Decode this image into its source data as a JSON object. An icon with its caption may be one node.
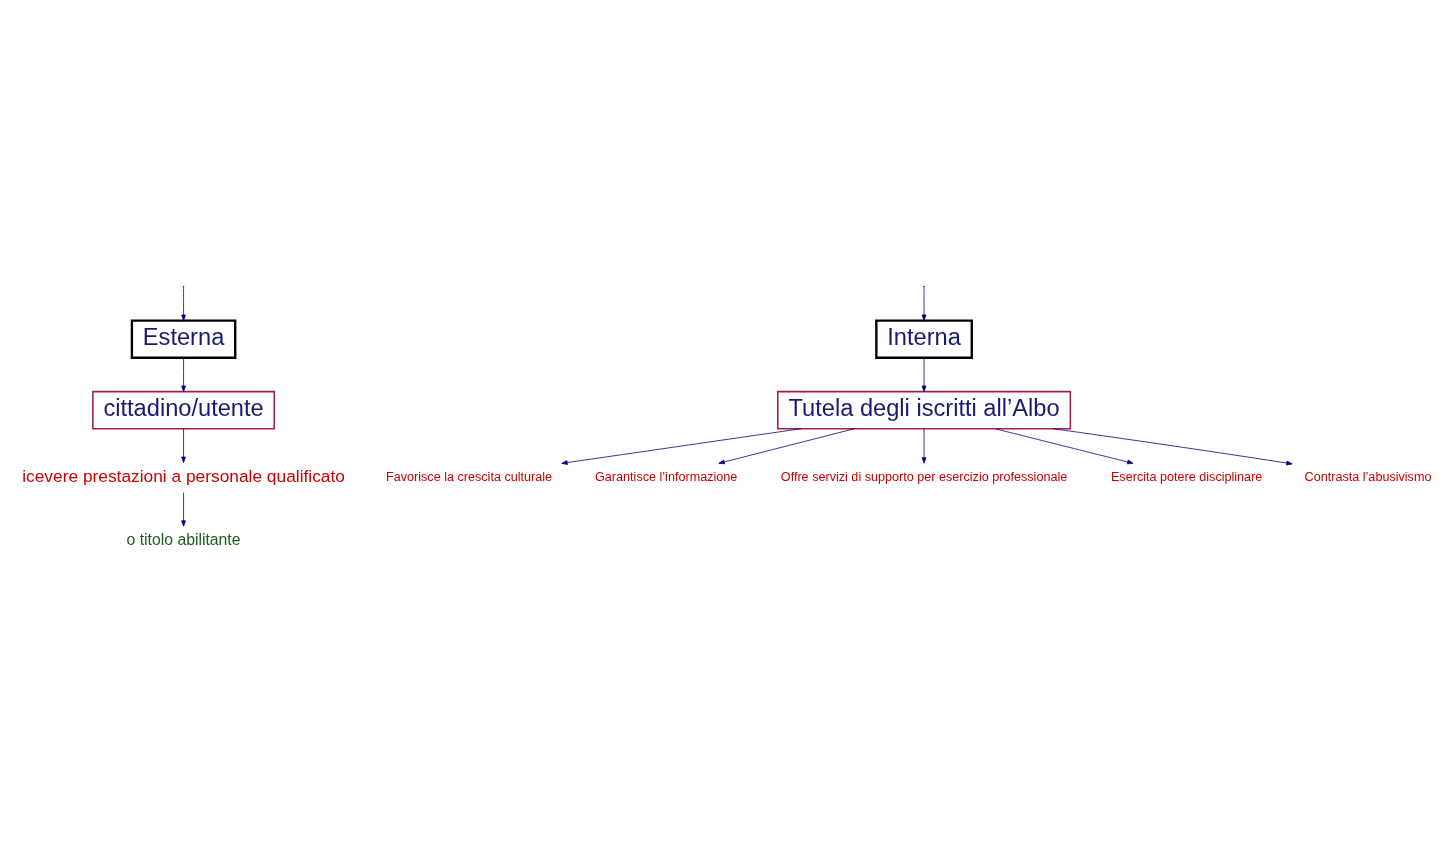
{
  "diagram": {
    "nodes": [
      {
        "text": [
          "Esterna"
        ]
      },
      {
        "text": [
          "Interna"
        ]
      },
      {
        "text": [
          "cittadino/utente"
        ]
      },
      {
        "text": [
          "Tutela degli iscritti all’Albo"
        ]
      },
      {
        "text": [
          "icevere prestazioni a personale qualificato"
        ]
      },
      {
        "text": [
          "o titolo abilitante"
        ]
      },
      {
        "text": [
          "Favorisce la crescita culturale"
        ]
      },
      {
        "text": [
          "Garantisce l’informazione"
        ]
      },
      {
        "text": [
          "Offre servizi di supporto per esercizio professionale"
        ]
      },
      {
        "text": [
          "Esercita potere disciplinare"
        ]
      },
      {
        "text": [
          "Contrasta l’abusivismo"
        ]
      }
    ],
    "edges": [
      {
        "from": null,
        "to": 0,
        "arrow": "to"
      },
      {
        "from": null,
        "to": 1,
        "arrow": "to"
      },
      {
        "from": 0,
        "to": 2,
        "arrow": "to"
      },
      {
        "from": 1,
        "to": 3,
        "arrow": "to"
      },
      {
        "from": 2,
        "to": 4,
        "arrow": "to"
      },
      {
        "from": 4,
        "to": 5,
        "arrow": "to"
      },
      {
        "from": 3,
        "to": 6,
        "arrow": "to"
      },
      {
        "from": 3,
        "to": 7,
        "arrow": "to"
      },
      {
        "from": 3,
        "to": 8,
        "arrow": "to"
      },
      {
        "from": 3,
        "to": 9,
        "arrow": "to"
      },
      {
        "from": 3,
        "to": 10,
        "arrow": "to"
      }
    ]
  }
}
